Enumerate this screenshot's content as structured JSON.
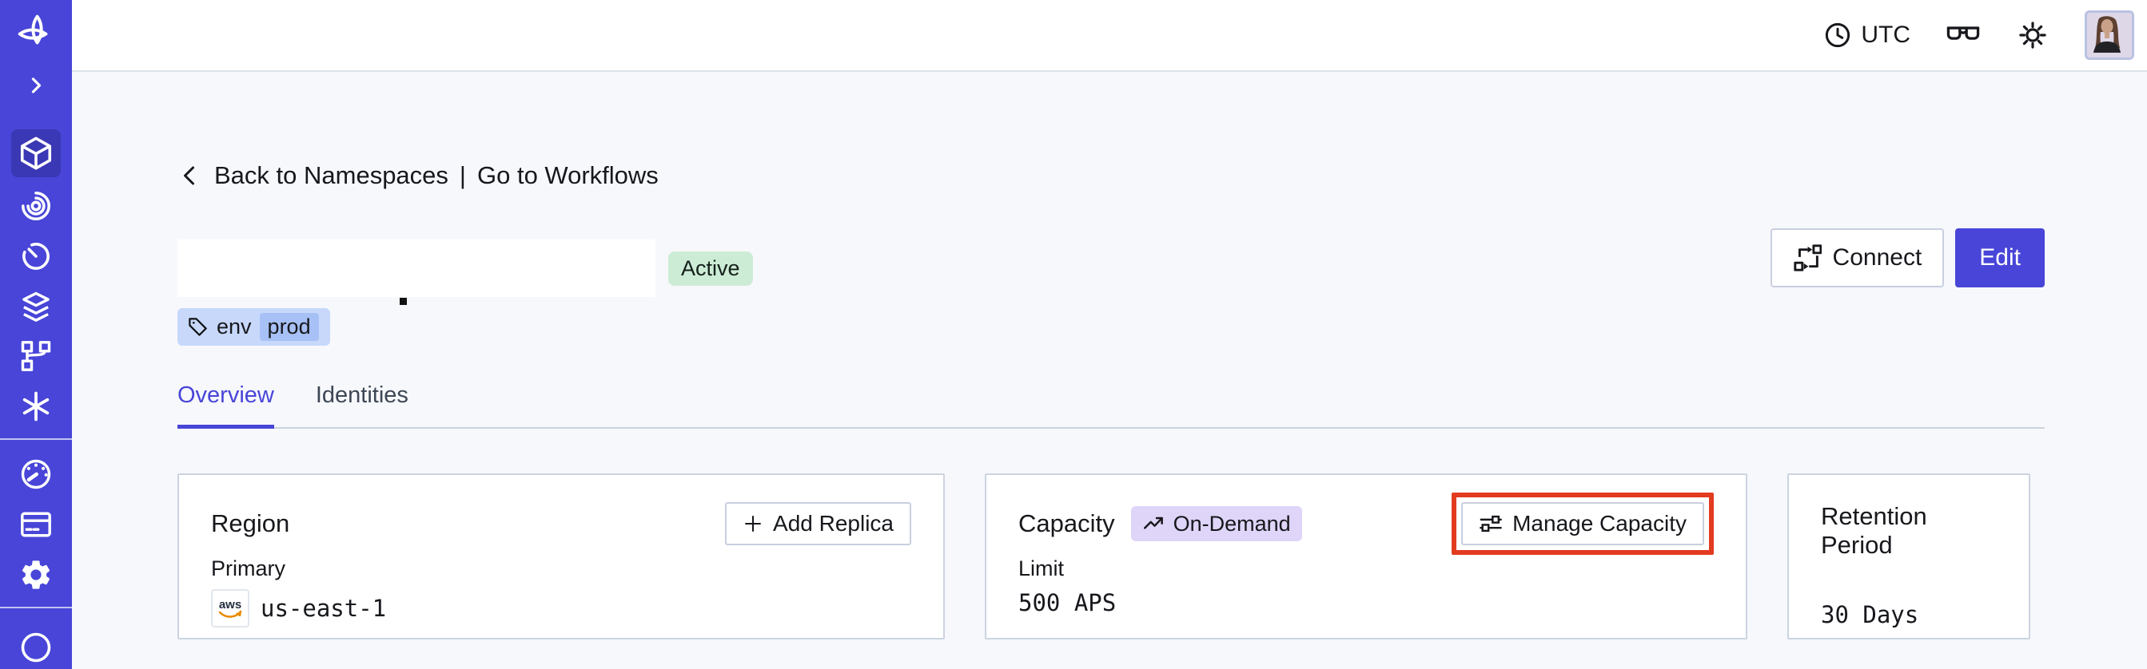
{
  "sidebar": {
    "icons": [
      "temporal-logo-icon",
      "expand-chevron-icon",
      "namespaces-cube-icon",
      "workflows-spiral-icon",
      "schedules-clock-icon",
      "batch-layers-icon",
      "deployments-branch-icon",
      "nexus-asterisk-icon",
      "usage-gauge-icon",
      "billing-card-icon",
      "settings-gear-icon",
      "account-circle-icon"
    ],
    "active_item": "namespaces"
  },
  "topbar": {
    "timezone": "UTC",
    "icons": [
      "clock-icon",
      "glasses-icon",
      "sun-icon",
      "avatar"
    ]
  },
  "page": {
    "back_link": "Back to Namespaces",
    "link_divider": "|",
    "goto_link": "Go to Workflows",
    "status_badge": "Active",
    "tag": {
      "key": "env",
      "value": "prod"
    },
    "actions": {
      "connect": "Connect",
      "edit": "Edit"
    },
    "tabs": [
      {
        "label": "Overview",
        "active": true
      },
      {
        "label": "Identities",
        "active": false
      }
    ],
    "cards": {
      "region": {
        "title": "Region",
        "action": "Add Replica",
        "label": "Primary",
        "provider": "aws",
        "value": "us-east-1"
      },
      "capacity": {
        "title": "Capacity",
        "badge": "On-Demand",
        "action": "Manage Capacity",
        "label": "Limit",
        "value": "500 APS"
      },
      "retention": {
        "title": "Retention Period",
        "value": "30 Days"
      }
    },
    "colors": {
      "accent": "#4845d8",
      "sidebar_bg": "#4845d8",
      "active_badge_bg": "#cdecd6",
      "tag_bg": "#c7d8fb",
      "tag_value_bg": "#a7c1f6",
      "ondemand_badge_bg": "#ded5f8",
      "annotation_outline": "#e23b20",
      "page_bg": "#f7f8fb",
      "aws_orange": "#e88b00"
    }
  }
}
